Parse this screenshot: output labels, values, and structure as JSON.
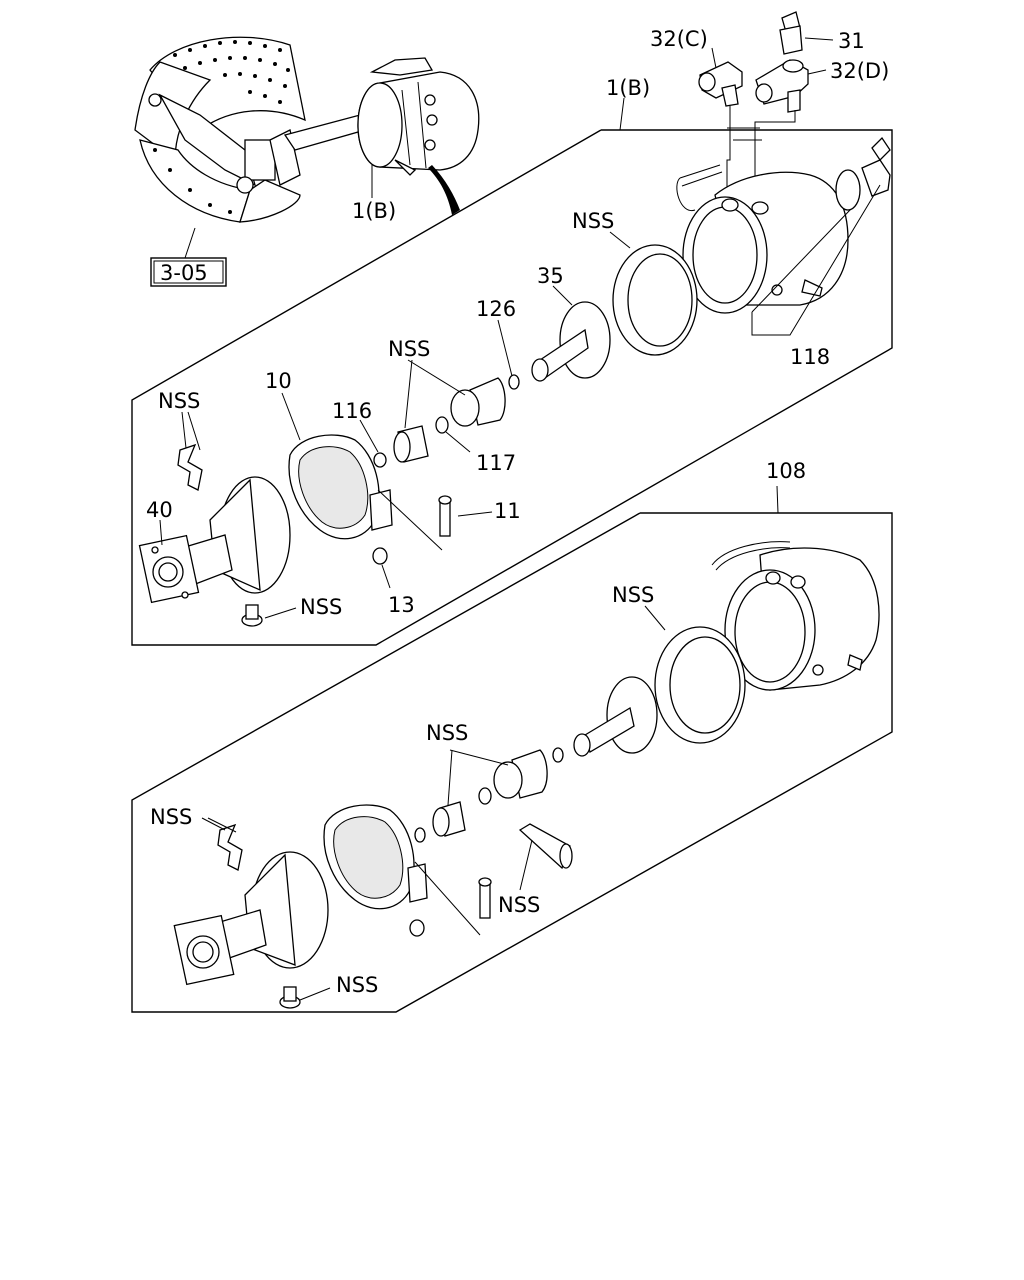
{
  "ref_box": "3-05",
  "labels": {
    "l_32c": "32(C)",
    "l_31": "31",
    "l_32d": "32(D)",
    "l_1b_top": "1(B)",
    "l_1b_left": "1(B)",
    "l_nss_seal": "NSS",
    "l_35": "35",
    "l_126": "126",
    "l_118": "118",
    "l_nss_cup": "NSS",
    "l_10": "10",
    "l_116": "116",
    "l_117": "117",
    "l_nss_spring": "NSS",
    "l_40": "40",
    "l_11": "11",
    "l_13": "13",
    "l_nss_nut": "NSS",
    "l_108": "108",
    "l_nss_seal2": "NSS",
    "l_nss_cup2": "NSS",
    "l_nss_spring2": "NSS",
    "l_nss_boot": "NSS",
    "l_nss_nut2": "NSS"
  }
}
